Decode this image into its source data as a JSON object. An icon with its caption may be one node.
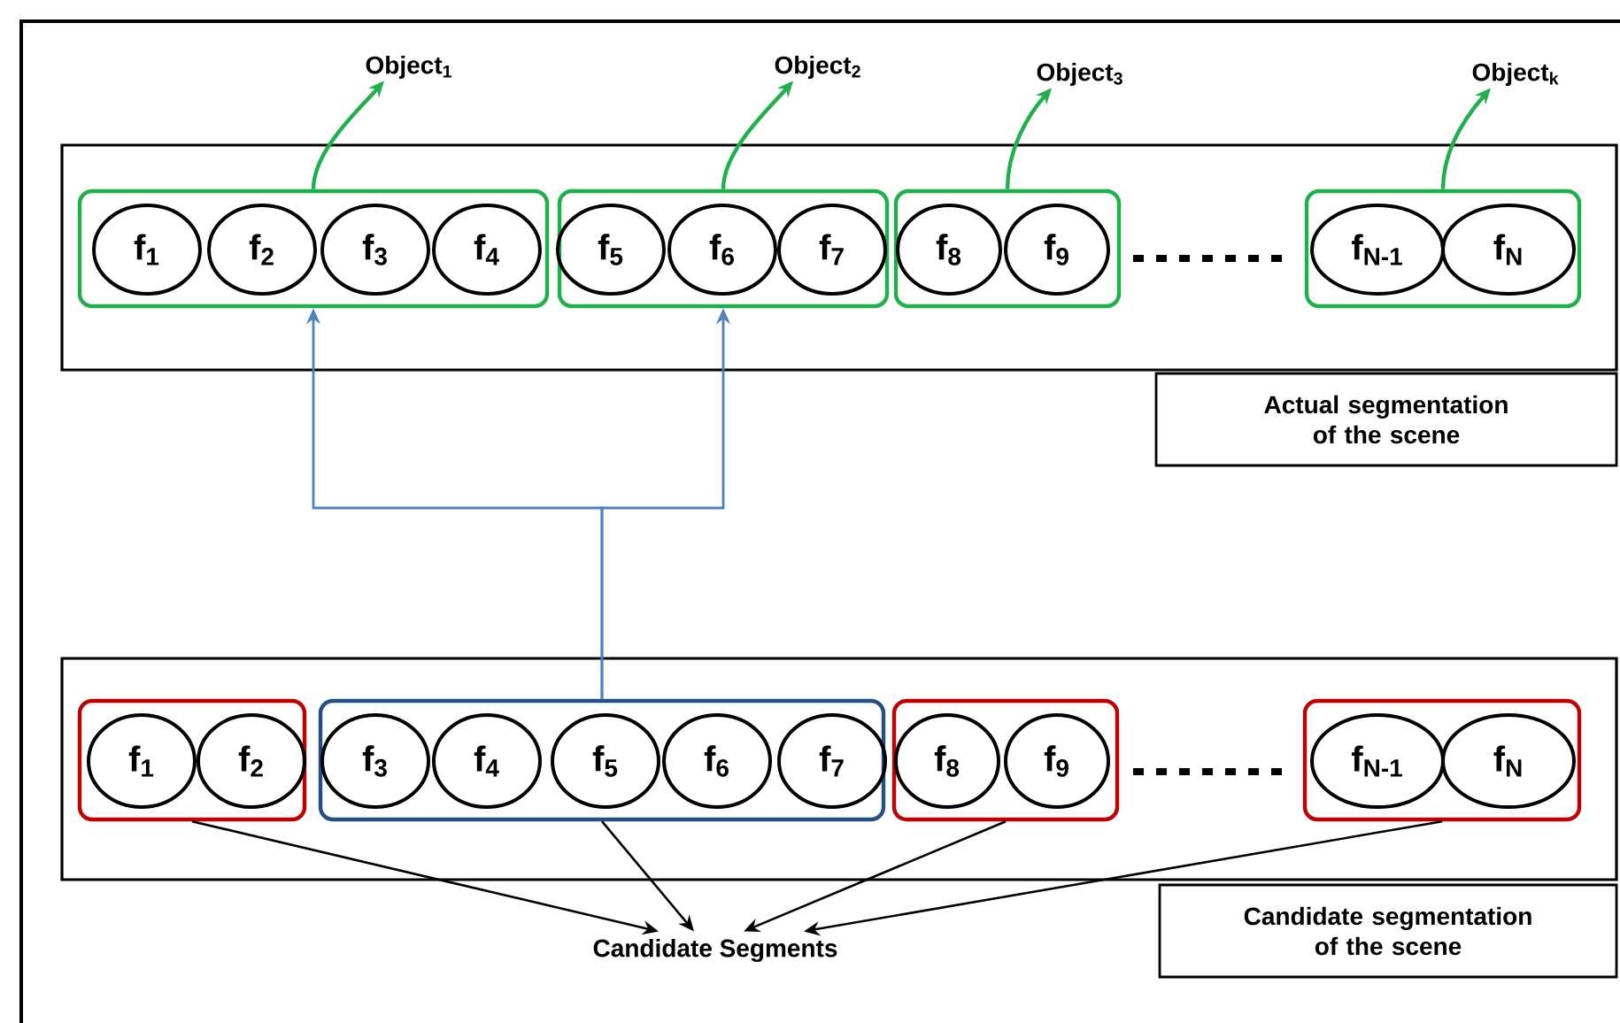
{
  "diagram": {
    "nodes": [
      {
        "text": [
          "Object$_{1}$"
        ]
      },
      {
        "text": [
          "Object$_{2}$"
        ]
      },
      {
        "text": [
          "Object$_{3}$"
        ]
      },
      {
        "text": [
          "Object$_{k}$"
        ]
      },
      {
        "text": [],
        "shape": "box"
      },
      {
        "text": [],
        "shape": "box",
        "in": 4
      },
      {
        "text": [
          "f$_{1}$"
        ],
        "in": 5
      },
      {
        "text": [
          "f$_{2}$"
        ],
        "in": 5
      },
      {
        "text": [
          "f$_{3}$"
        ],
        "in": 5
      },
      {
        "text": [
          "f$_{4}$"
        ],
        "in": 5
      },
      {
        "text": [],
        "shape": "box",
        "in": 4
      },
      {
        "text": [
          "f$_{5}$"
        ],
        "in": 10
      },
      {
        "text": [
          "f$_{6}$"
        ],
        "in": 10
      },
      {
        "text": [
          "f$_{7}$"
        ],
        "in": 10
      },
      {
        "text": [],
        "shape": "box",
        "in": 4
      },
      {
        "text": [
          "f$_{8}$"
        ],
        "in": 14
      },
      {
        "text": [
          "f$_{9}$"
        ],
        "in": 14
      },
      {
        "text": [],
        "shape": "box",
        "in": 4
      },
      {
        "text": [
          "f$_{N-1}$"
        ],
        "in": 17
      },
      {
        "text": [
          "f$_{N}$"
        ],
        "in": 17
      },
      {
        "text": [
          "Actual segmentation of the scene"
        ]
      },
      {
        "text": [],
        "shape": "box"
      },
      {
        "text": [],
        "shape": "box",
        "in": 21
      },
      {
        "text": [
          "f$_{1}$"
        ],
        "in": 22
      },
      {
        "text": [
          "f$_{2}$"
        ],
        "in": 22
      },
      {
        "text": [],
        "shape": "box",
        "in": 21
      },
      {
        "text": [
          "f$_{3}$"
        ],
        "in": 25
      },
      {
        "text": [
          "f$_{4}$"
        ],
        "in": 25
      },
      {
        "text": [
          "f$_{5}$"
        ],
        "in": 25
      },
      {
        "text": [
          "f$_{6}$"
        ],
        "in": 25
      },
      {
        "text": [
          "f$_{7}$"
        ],
        "in": 25
      },
      {
        "text": [],
        "shape": "box",
        "in": 21
      },
      {
        "text": [
          "f$_{8}$"
        ],
        "in": 31
      },
      {
        "text": [
          "f$_{9}$"
        ],
        "in": 31
      },
      {
        "text": [],
        "shape": "box",
        "in": 21
      },
      {
        "text": [
          "f$_{N-1}$"
        ],
        "in": 34
      },
      {
        "text": [
          "f$_{N}$"
        ],
        "in": 34
      },
      {
        "text": [
          "Candidate segmentation of the scene"
        ]
      },
      {
        "text": [
          "Candidate Segments"
        ]
      }
    ],
    "edges": [
      {
        "from": 5,
        "to": 0,
        "arrow": "to",
        "color": "#1fb04b"
      },
      {
        "from": 10,
        "to": 1,
        "arrow": "to",
        "color": "#1fb04b"
      },
      {
        "from": 14,
        "to": 2,
        "arrow": "to",
        "color": "#1fb04b"
      },
      {
        "from": 17,
        "to": 3,
        "arrow": "to",
        "color": "#1fb04b"
      },
      {
        "from": 25,
        "to": 5,
        "arrow": "to",
        "color": "#4f81bd"
      },
      {
        "from": 25,
        "to": 10,
        "arrow": "to",
        "color": "#4f81bd"
      },
      {
        "from": 22,
        "to": 38,
        "arrow": "to",
        "color": "#000000"
      },
      {
        "from": 25,
        "to": 38,
        "arrow": "to",
        "color": "#000000"
      },
      {
        "from": 31,
        "to": 38,
        "arrow": "to",
        "color": "#000000"
      },
      {
        "from": 34,
        "to": 38,
        "arrow": "to",
        "color": "#000000"
      }
    ]
  }
}
